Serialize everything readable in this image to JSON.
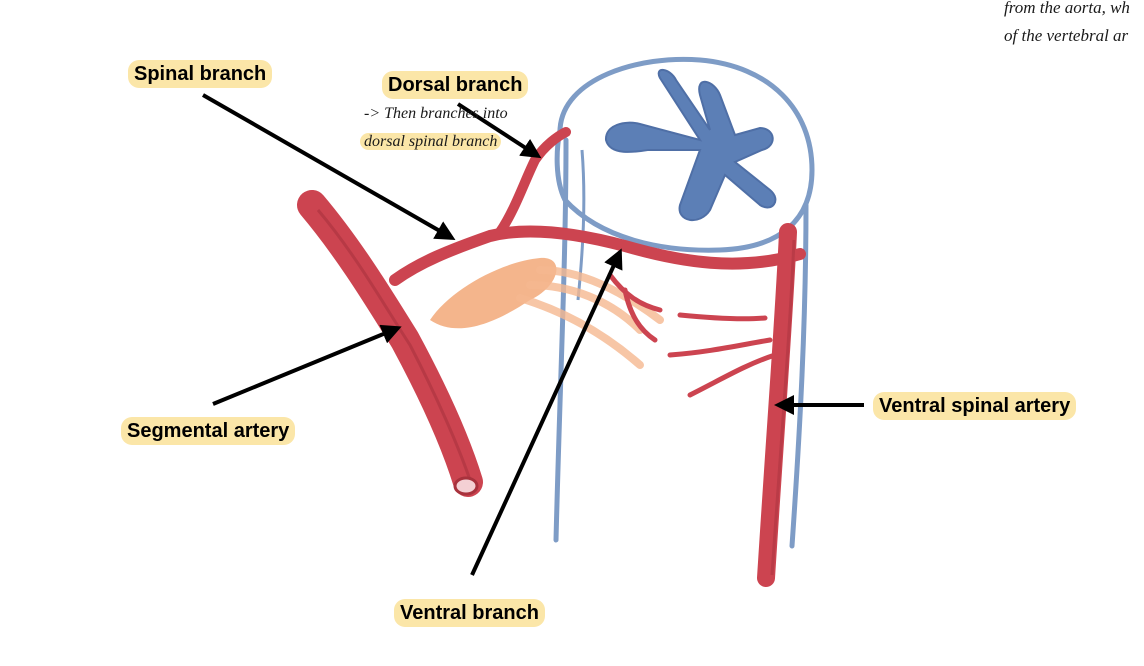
{
  "colors": {
    "highlight": "#fbe6a8",
    "artery": "#cc4450",
    "artery_dark": "#a8323d",
    "spinal_cord": "#7e9cc6",
    "grey_matter": "#5c7fb6",
    "nerve_root": "#f0a070",
    "arrow": "#000000"
  },
  "labels": {
    "spinal_branch": "Spinal branch",
    "dorsal_branch": "Dorsal branch",
    "segmental_artery": "Segmental artery",
    "ventral_branch": "Ventral branch",
    "ventral_spinal_artery": "Ventral spinal artery"
  },
  "notes": {
    "dorsal_sub_line1": "-> Then branches into",
    "dorsal_sub_line2": "dorsal spinal branch",
    "corner_line1": "from the aorta, wh",
    "corner_line2": "of the vertebral ar"
  }
}
